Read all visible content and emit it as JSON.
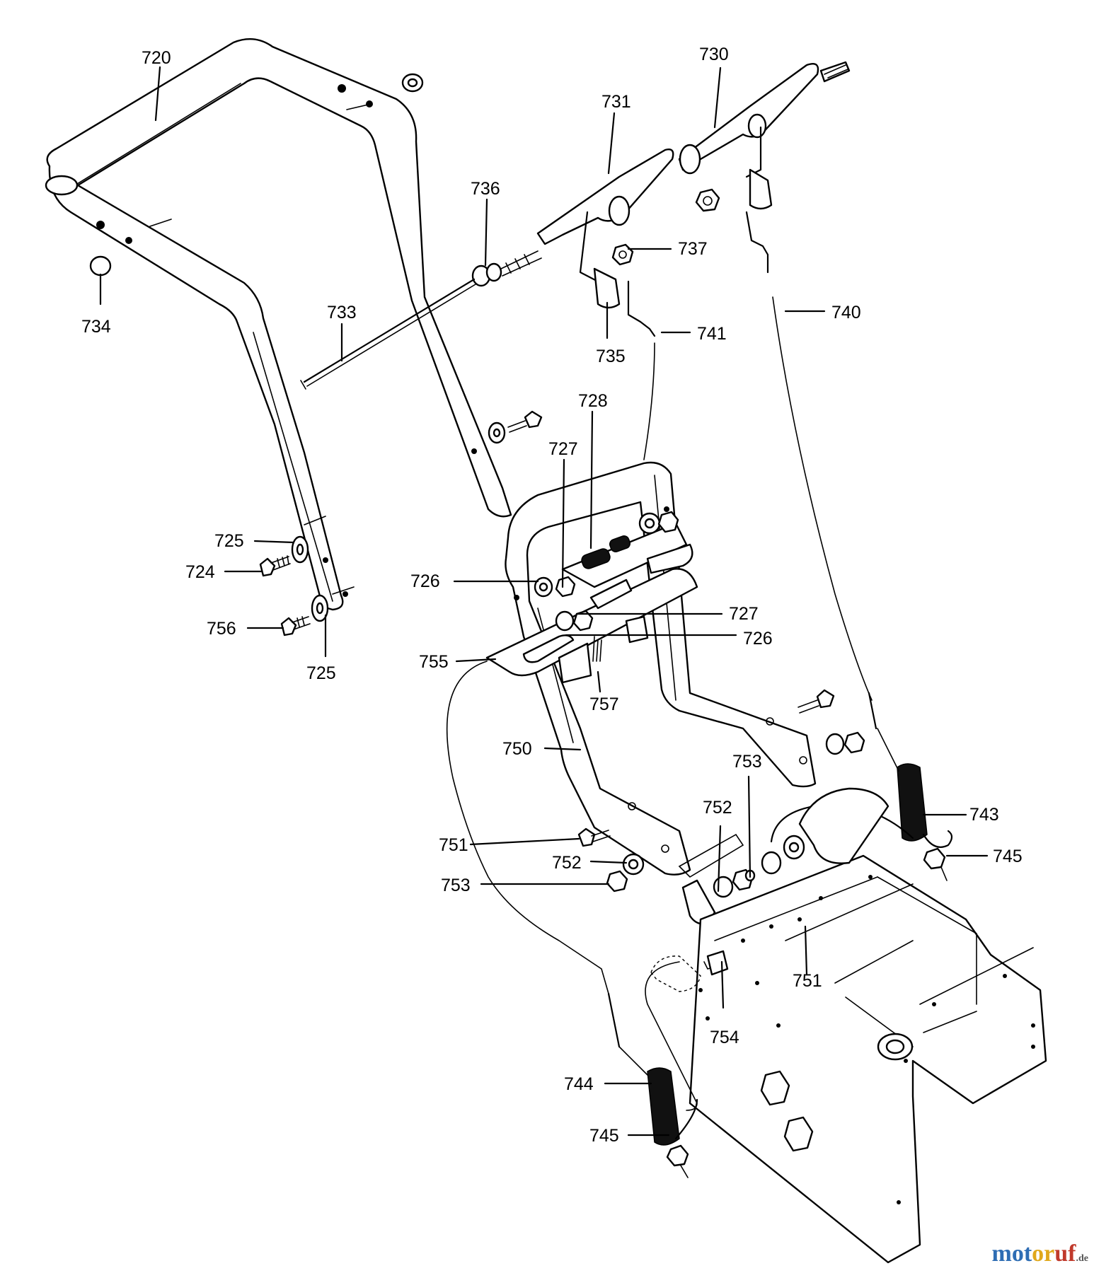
{
  "diagram": {
    "callouts": [
      {
        "id": "720",
        "text": "720"
      },
      {
        "id": "730",
        "text": "730"
      },
      {
        "id": "731",
        "text": "731"
      },
      {
        "id": "736",
        "text": "736"
      },
      {
        "id": "737",
        "text": "737"
      },
      {
        "id": "734",
        "text": "734"
      },
      {
        "id": "733",
        "text": "733"
      },
      {
        "id": "740",
        "text": "740"
      },
      {
        "id": "741",
        "text": "741"
      },
      {
        "id": "735",
        "text": "735"
      },
      {
        "id": "728",
        "text": "728"
      },
      {
        "id": "727a",
        "text": "727"
      },
      {
        "id": "725a",
        "text": "725"
      },
      {
        "id": "724",
        "text": "724"
      },
      {
        "id": "726a",
        "text": "726"
      },
      {
        "id": "727b",
        "text": "727"
      },
      {
        "id": "726b",
        "text": "726"
      },
      {
        "id": "756",
        "text": "756"
      },
      {
        "id": "725b",
        "text": "725"
      },
      {
        "id": "755",
        "text": "755"
      },
      {
        "id": "757",
        "text": "757"
      },
      {
        "id": "750",
        "text": "750"
      },
      {
        "id": "753a",
        "text": "753"
      },
      {
        "id": "752a",
        "text": "752"
      },
      {
        "id": "743",
        "text": "743"
      },
      {
        "id": "751a",
        "text": "751"
      },
      {
        "id": "745a",
        "text": "745"
      },
      {
        "id": "752b",
        "text": "752"
      },
      {
        "id": "753b",
        "text": "753"
      },
      {
        "id": "751b",
        "text": "751"
      },
      {
        "id": "754",
        "text": "754"
      },
      {
        "id": "744",
        "text": "744"
      },
      {
        "id": "745b",
        "text": "745"
      }
    ]
  },
  "watermark": {
    "part1": "mot",
    "part2": "or",
    "part3": "uf",
    "tld": ".de"
  }
}
